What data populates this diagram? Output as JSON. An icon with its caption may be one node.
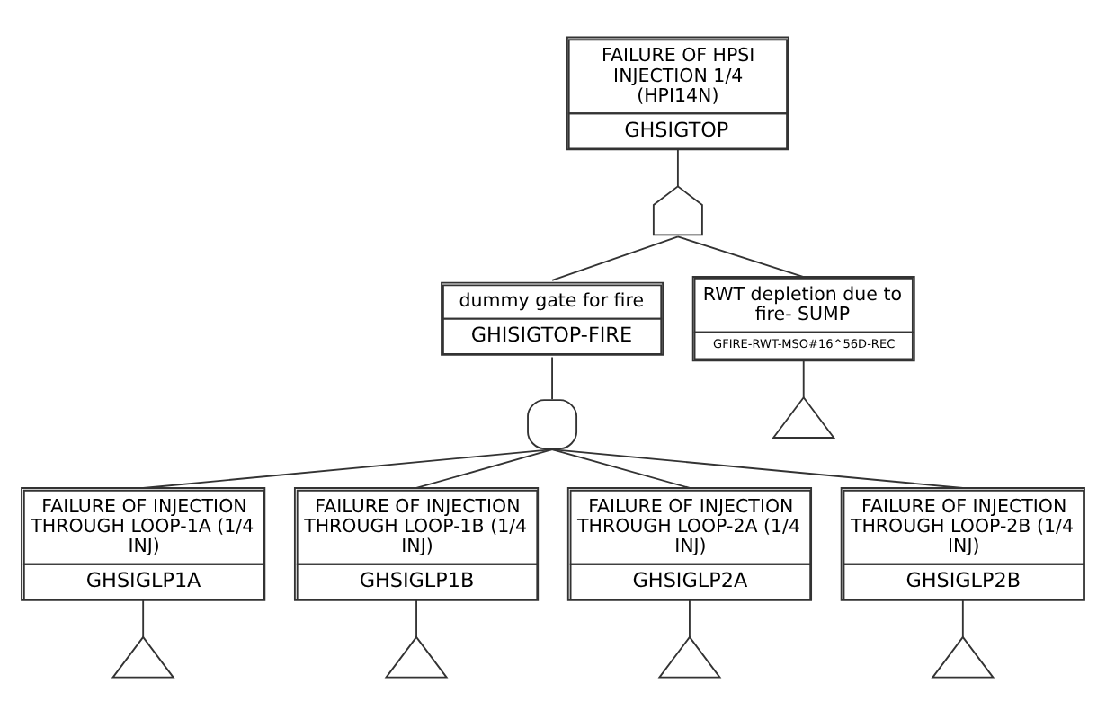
{
  "diagram": {
    "nodes": [
      {
        "text": [
          "FAILURE OF HPSI INJECTION 1/4 (HPI14N)",
          "GHSIGTOP"
        ]
      },
      {
        "text": [],
        "shape": "arch"
      },
      {
        "text": [
          "dummy gate for fire",
          "GHISIGTOP-FIRE"
        ]
      },
      {
        "text": [
          "RWT depletion due to fire- SUMP",
          "GFIRE-RWT-MSO#16^56D-REC"
        ]
      },
      {
        "text": [],
        "shape": "dome"
      },
      {
        "text": [],
        "shape": "triangle"
      },
      {
        "text": [
          "FAILURE OF INJECTION THROUGH LOOP-1A (1/4 INJ)",
          "GHSIGLP1A"
        ]
      },
      {
        "text": [
          "FAILURE OF INJECTION THROUGH LOOP-1B (1/4 INJ)",
          "GHSIGLP1B"
        ]
      },
      {
        "text": [
          "FAILURE OF INJECTION THROUGH LOOP-2A (1/4 INJ)",
          "GHSIGLP2A"
        ]
      },
      {
        "text": [
          "FAILURE OF INJECTION THROUGH LOOP-2B (1/4 INJ)",
          "GHSIGLP2B"
        ]
      },
      {
        "text": [],
        "shape": "triangle"
      },
      {
        "text": [],
        "shape": "triangle"
      },
      {
        "text": [],
        "shape": "triangle"
      },
      {
        "text": [],
        "shape": "triangle"
      }
    ],
    "edges": [
      {
        "from": 0,
        "to": 1,
        "arrow": "none"
      },
      {
        "from": 1,
        "to": 2,
        "arrow": "none"
      },
      {
        "from": 1,
        "to": 3,
        "arrow": "none"
      },
      {
        "from": 2,
        "to": 4,
        "arrow": "none"
      },
      {
        "from": 3,
        "to": 5,
        "arrow": "none"
      },
      {
        "from": 4,
        "to": 6,
        "arrow": "none"
      },
      {
        "from": 4,
        "to": 7,
        "arrow": "none"
      },
      {
        "from": 4,
        "to": 8,
        "arrow": "none"
      },
      {
        "from": 4,
        "to": 9,
        "arrow": "none"
      },
      {
        "from": 6,
        "to": 10,
        "arrow": "none"
      },
      {
        "from": 7,
        "to": 11,
        "arrow": "none"
      },
      {
        "from": 8,
        "to": 12,
        "arrow": "none"
      },
      {
        "from": 9,
        "to": 13,
        "arrow": "none"
      }
    ]
  }
}
